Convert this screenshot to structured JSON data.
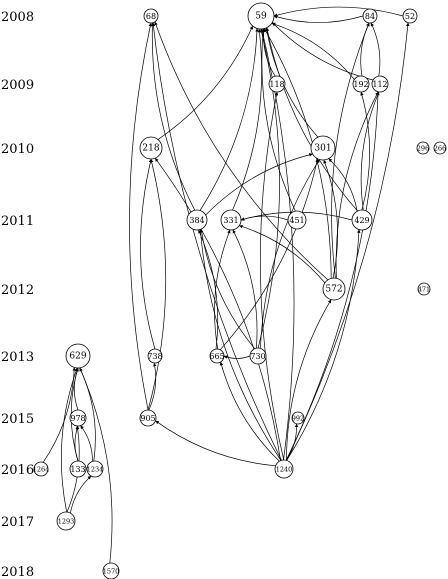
{
  "years": [
    "2008",
    "2009",
    "2010",
    "2011",
    "2012",
    "2013",
    "2015",
    "2016",
    "2017",
    "2018"
  ],
  "nodes": [
    {
      "id": "59",
      "year": "2008"
    },
    {
      "id": "68",
      "year": "2008"
    },
    {
      "id": "84",
      "year": "2008"
    },
    {
      "id": "52",
      "year": "2008"
    },
    {
      "id": "118",
      "year": "2009"
    },
    {
      "id": "192",
      "year": "2009"
    },
    {
      "id": "112",
      "year": "2009"
    },
    {
      "id": "218",
      "year": "2010"
    },
    {
      "id": "301",
      "year": "2010"
    },
    {
      "id": "296",
      "year": "2010"
    },
    {
      "id": "266",
      "year": "2010"
    },
    {
      "id": "384",
      "year": "2011"
    },
    {
      "id": "331",
      "year": "2011"
    },
    {
      "id": "451",
      "year": "2011"
    },
    {
      "id": "429",
      "year": "2011"
    },
    {
      "id": "572",
      "year": "2012"
    },
    {
      "id": "471",
      "year": "2012"
    },
    {
      "id": "629",
      "year": "2013"
    },
    {
      "id": "738",
      "year": "2013"
    },
    {
      "id": "665",
      "year": "2013"
    },
    {
      "id": "730",
      "year": "2013"
    },
    {
      "id": "978",
      "year": "2015"
    },
    {
      "id": "905",
      "year": "2015"
    },
    {
      "id": "992",
      "year": "2015"
    },
    {
      "id": "1264",
      "year": "2016"
    },
    {
      "id": "133",
      "year": "2016"
    },
    {
      "id": "1234",
      "year": "2016"
    },
    {
      "id": "1240",
      "year": "2016"
    },
    {
      "id": "1293",
      "year": "2017"
    },
    {
      "id": "1570",
      "year": "2018"
    }
  ],
  "edges": [
    [
      "84",
      "59"
    ],
    [
      "52",
      "59"
    ],
    [
      "192",
      "84"
    ],
    [
      "112",
      "84"
    ],
    [
      "112",
      "59"
    ],
    [
      "192",
      "59"
    ],
    [
      "118",
      "59"
    ],
    [
      "218",
      "59"
    ],
    [
      "301",
      "59"
    ],
    [
      "384",
      "59"
    ],
    [
      "384",
      "68"
    ],
    [
      "331",
      "59"
    ],
    [
      "451",
      "59"
    ],
    [
      "451",
      "331"
    ],
    [
      "429",
      "112"
    ],
    [
      "429",
      "192"
    ],
    [
      "429",
      "59"
    ],
    [
      "429",
      "301"
    ],
    [
      "384",
      "301"
    ],
    [
      "429",
      "331"
    ],
    [
      "572",
      "68"
    ],
    [
      "572",
      "301"
    ],
    [
      "572",
      "84"
    ],
    [
      "572",
      "59"
    ],
    [
      "572",
      "112"
    ],
    [
      "572",
      "331"
    ],
    [
      "738",
      "218"
    ],
    [
      "665",
      "384"
    ],
    [
      "665",
      "331"
    ],
    [
      "665",
      "301"
    ],
    [
      "730",
      "384"
    ],
    [
      "730",
      "331"
    ],
    [
      "730",
      "301"
    ],
    [
      "730",
      "59"
    ],
    [
      "730",
      "665"
    ],
    [
      "905",
      "218"
    ],
    [
      "905",
      "68"
    ],
    [
      "905",
      "738"
    ],
    [
      "1240",
      "905"
    ],
    [
      "1240",
      "992"
    ],
    [
      "1240",
      "572"
    ],
    [
      "1240",
      "429"
    ],
    [
      "1240",
      "118"
    ],
    [
      "1240",
      "59"
    ],
    [
      "1240",
      "68"
    ],
    [
      "1240",
      "52"
    ],
    [
      "1240",
      "384"
    ],
    [
      "1240",
      "112"
    ],
    [
      "1240",
      "665"
    ],
    [
      "1240",
      "218"
    ],
    [
      "978",
      "629"
    ],
    [
      "1264",
      "629"
    ],
    [
      "133",
      "629"
    ],
    [
      "1234",
      "629"
    ],
    [
      "133",
      "978"
    ],
    [
      "1234",
      "978"
    ],
    [
      "1293",
      "629"
    ],
    [
      "1293",
      "978"
    ],
    [
      "1293",
      "1234"
    ],
    [
      "1570",
      "629"
    ]
  ]
}
